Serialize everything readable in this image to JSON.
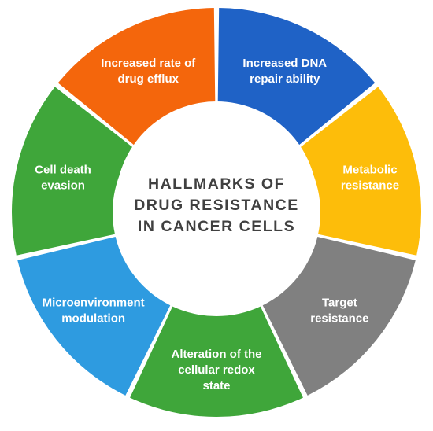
{
  "title_lines": [
    "HALLMARKS OF",
    "DRUG RESISTANCE",
    "IN CANCER CELLS"
  ],
  "segments": [
    {
      "label_lines": [
        "Increased DNA",
        "repair ability"
      ],
      "color": "#1f62c6"
    },
    {
      "label_lines": [
        "Metabolic",
        "resistance"
      ],
      "color": "#fdbd0a"
    },
    {
      "label_lines": [
        "Target",
        "resistance"
      ],
      "color": "#808080"
    },
    {
      "label_lines": [
        "Alteration of the",
        "cellular redox",
        "state"
      ],
      "color": "#3fa63a"
    },
    {
      "label_lines": [
        "Microenvironment",
        "modulation"
      ],
      "color": "#2e9be0"
    },
    {
      "label_lines": [
        "Cell death",
        "evasion"
      ],
      "color": "#3fa63a"
    },
    {
      "label_lines": [
        "Increased rate of",
        "drug efflux"
      ],
      "color": "#f4660c"
    }
  ]
}
